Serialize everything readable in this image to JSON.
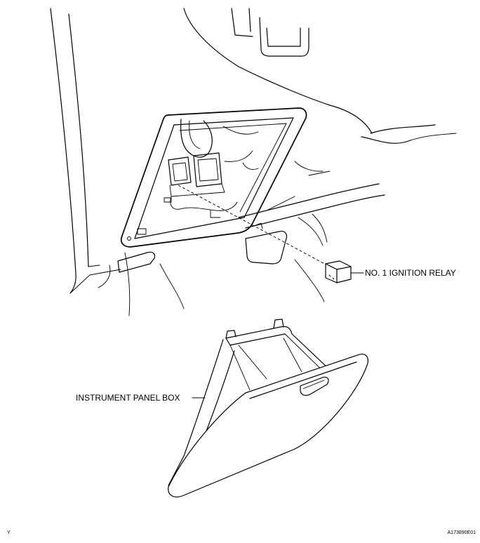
{
  "callouts": {
    "relay_label": "NO. 1 IGNITION RELAY",
    "box_label": "INSTRUMENT PANEL BOX"
  },
  "corner_marks": {
    "left": "Y",
    "right": "A173890E01"
  }
}
